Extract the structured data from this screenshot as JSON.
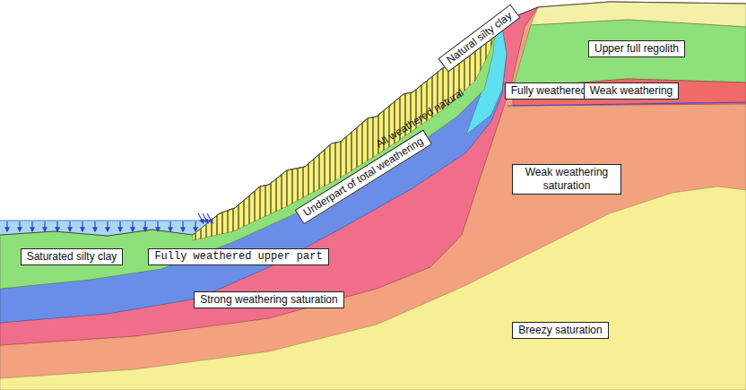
{
  "diagram": {
    "nodes": [
      {
        "text": [
          "Natural silty clay"
        ]
      },
      {
        "text": [
          "Upper full regolith"
        ]
      },
      {
        "text": [
          "Fully weathered"
        ]
      },
      {
        "text": [
          "Weak weathering"
        ]
      },
      {
        "text": [
          "Underpart of total weathering"
        ]
      },
      {
        "text": [
          "Weak weathering saturation"
        ]
      },
      {
        "text": [
          "Saturated silty clay"
        ]
      },
      {
        "text": [
          "Fully weathered upper part"
        ]
      },
      {
        "text": [
          "Strong weathering saturation"
        ]
      },
      {
        "text": [
          "Breezy saturation"
        ]
      }
    ],
    "labels": [
      "All weathered natural"
    ]
  }
}
